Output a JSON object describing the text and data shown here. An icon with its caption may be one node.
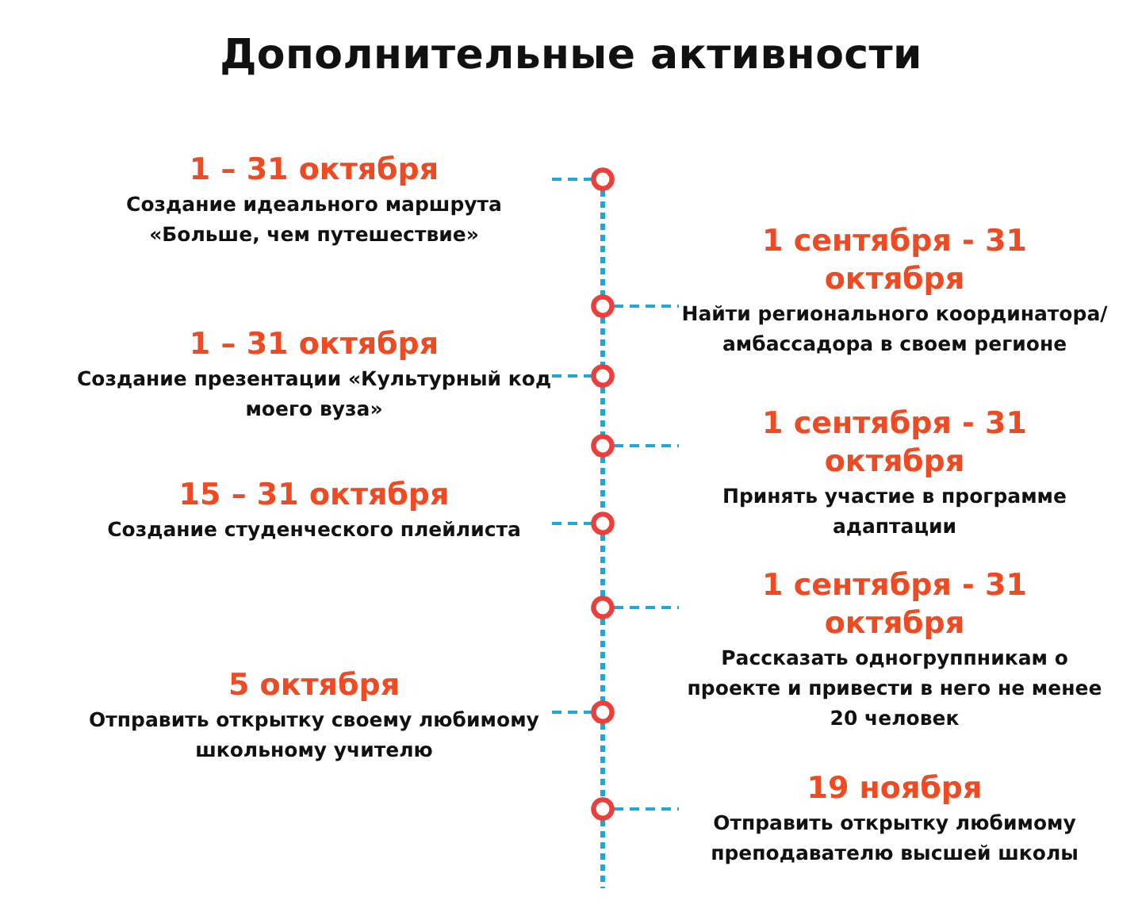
{
  "diagram": {
    "title": "Дополнительные активности",
    "nodes": [
      {
        "text": [
          "1 – 31 октября",
          "Создание идеального маршрута «Больше, чем путешествие»"
        ]
      },
      {
        "text": [],
        "shape": "circle"
      },
      {
        "text": [
          "1 сентября - 31 октября",
          "Найти регионального координатора/амбассадора в своем регионе"
        ]
      },
      {
        "text": [],
        "shape": "circle"
      },
      {
        "text": [
          "1 – 31 октября",
          "Создание презентации «Культурный код моего вуза»"
        ]
      },
      {
        "text": [],
        "shape": "circle"
      },
      {
        "text": [
          "1 сентября - 31 октября",
          "Принять участие в программе адаптации"
        ]
      },
      {
        "text": [],
        "shape": "circle"
      },
      {
        "text": [
          "15 – 31 октября",
          "Создание студенческого плейлиста"
        ]
      },
      {
        "text": [],
        "shape": "circle"
      },
      {
        "text": [
          "1 сентября - 31 октября",
          "Рассказать одногруппникам о проекте и привести в него не менее 20 человек"
        ]
      },
      {
        "text": [],
        "shape": "circle"
      },
      {
        "text": [
          "5 октября",
          "Отправить открытку своему любимому школьному учителю"
        ]
      },
      {
        "text": [],
        "shape": "circle"
      },
      {
        "text": [
          "19 ноября",
          "Отправить открытку любимому преподавателю высшей школы"
        ]
      },
      {
        "text": [],
        "shape": "circle"
      }
    ],
    "edges": [
      {
        "from": 0,
        "to": 1,
        "arrow": "none",
        "style": "dashed"
      },
      {
        "from": 3,
        "to": 2,
        "arrow": "none",
        "style": "dashed"
      },
      {
        "from": 4,
        "to": 5,
        "arrow": "none",
        "style": "dashed"
      },
      {
        "from": 7,
        "to": 6,
        "arrow": "none",
        "style": "dashed"
      },
      {
        "from": 8,
        "to": 9,
        "arrow": "none",
        "style": "dashed"
      },
      {
        "from": 11,
        "to": 10,
        "arrow": "none",
        "style": "dashed"
      },
      {
        "from": 12,
        "to": 13,
        "arrow": "none",
        "style": "dashed"
      },
      {
        "from": 15,
        "to": 14,
        "arrow": "none",
        "style": "dashed"
      },
      {
        "from": 1,
        "to": 3,
        "arrow": "none",
        "style": "dashed"
      },
      {
        "from": 3,
        "to": 5,
        "arrow": "none",
        "style": "dashed"
      },
      {
        "from": 5,
        "to": 7,
        "arrow": "none",
        "style": "dashed"
      },
      {
        "from": 7,
        "to": 9,
        "arrow": "none",
        "style": "dashed"
      },
      {
        "from": 9,
        "to": 11,
        "arrow": "none",
        "style": "dashed"
      },
      {
        "from": 11,
        "to": 13,
        "arrow": "none",
        "style": "dashed"
      },
      {
        "from": 13,
        "to": 15,
        "arrow": "none",
        "style": "dashed"
      },
      {
        "from": 15,
        "to": null,
        "arrow": "none",
        "style": "dashed"
      }
    ]
  }
}
